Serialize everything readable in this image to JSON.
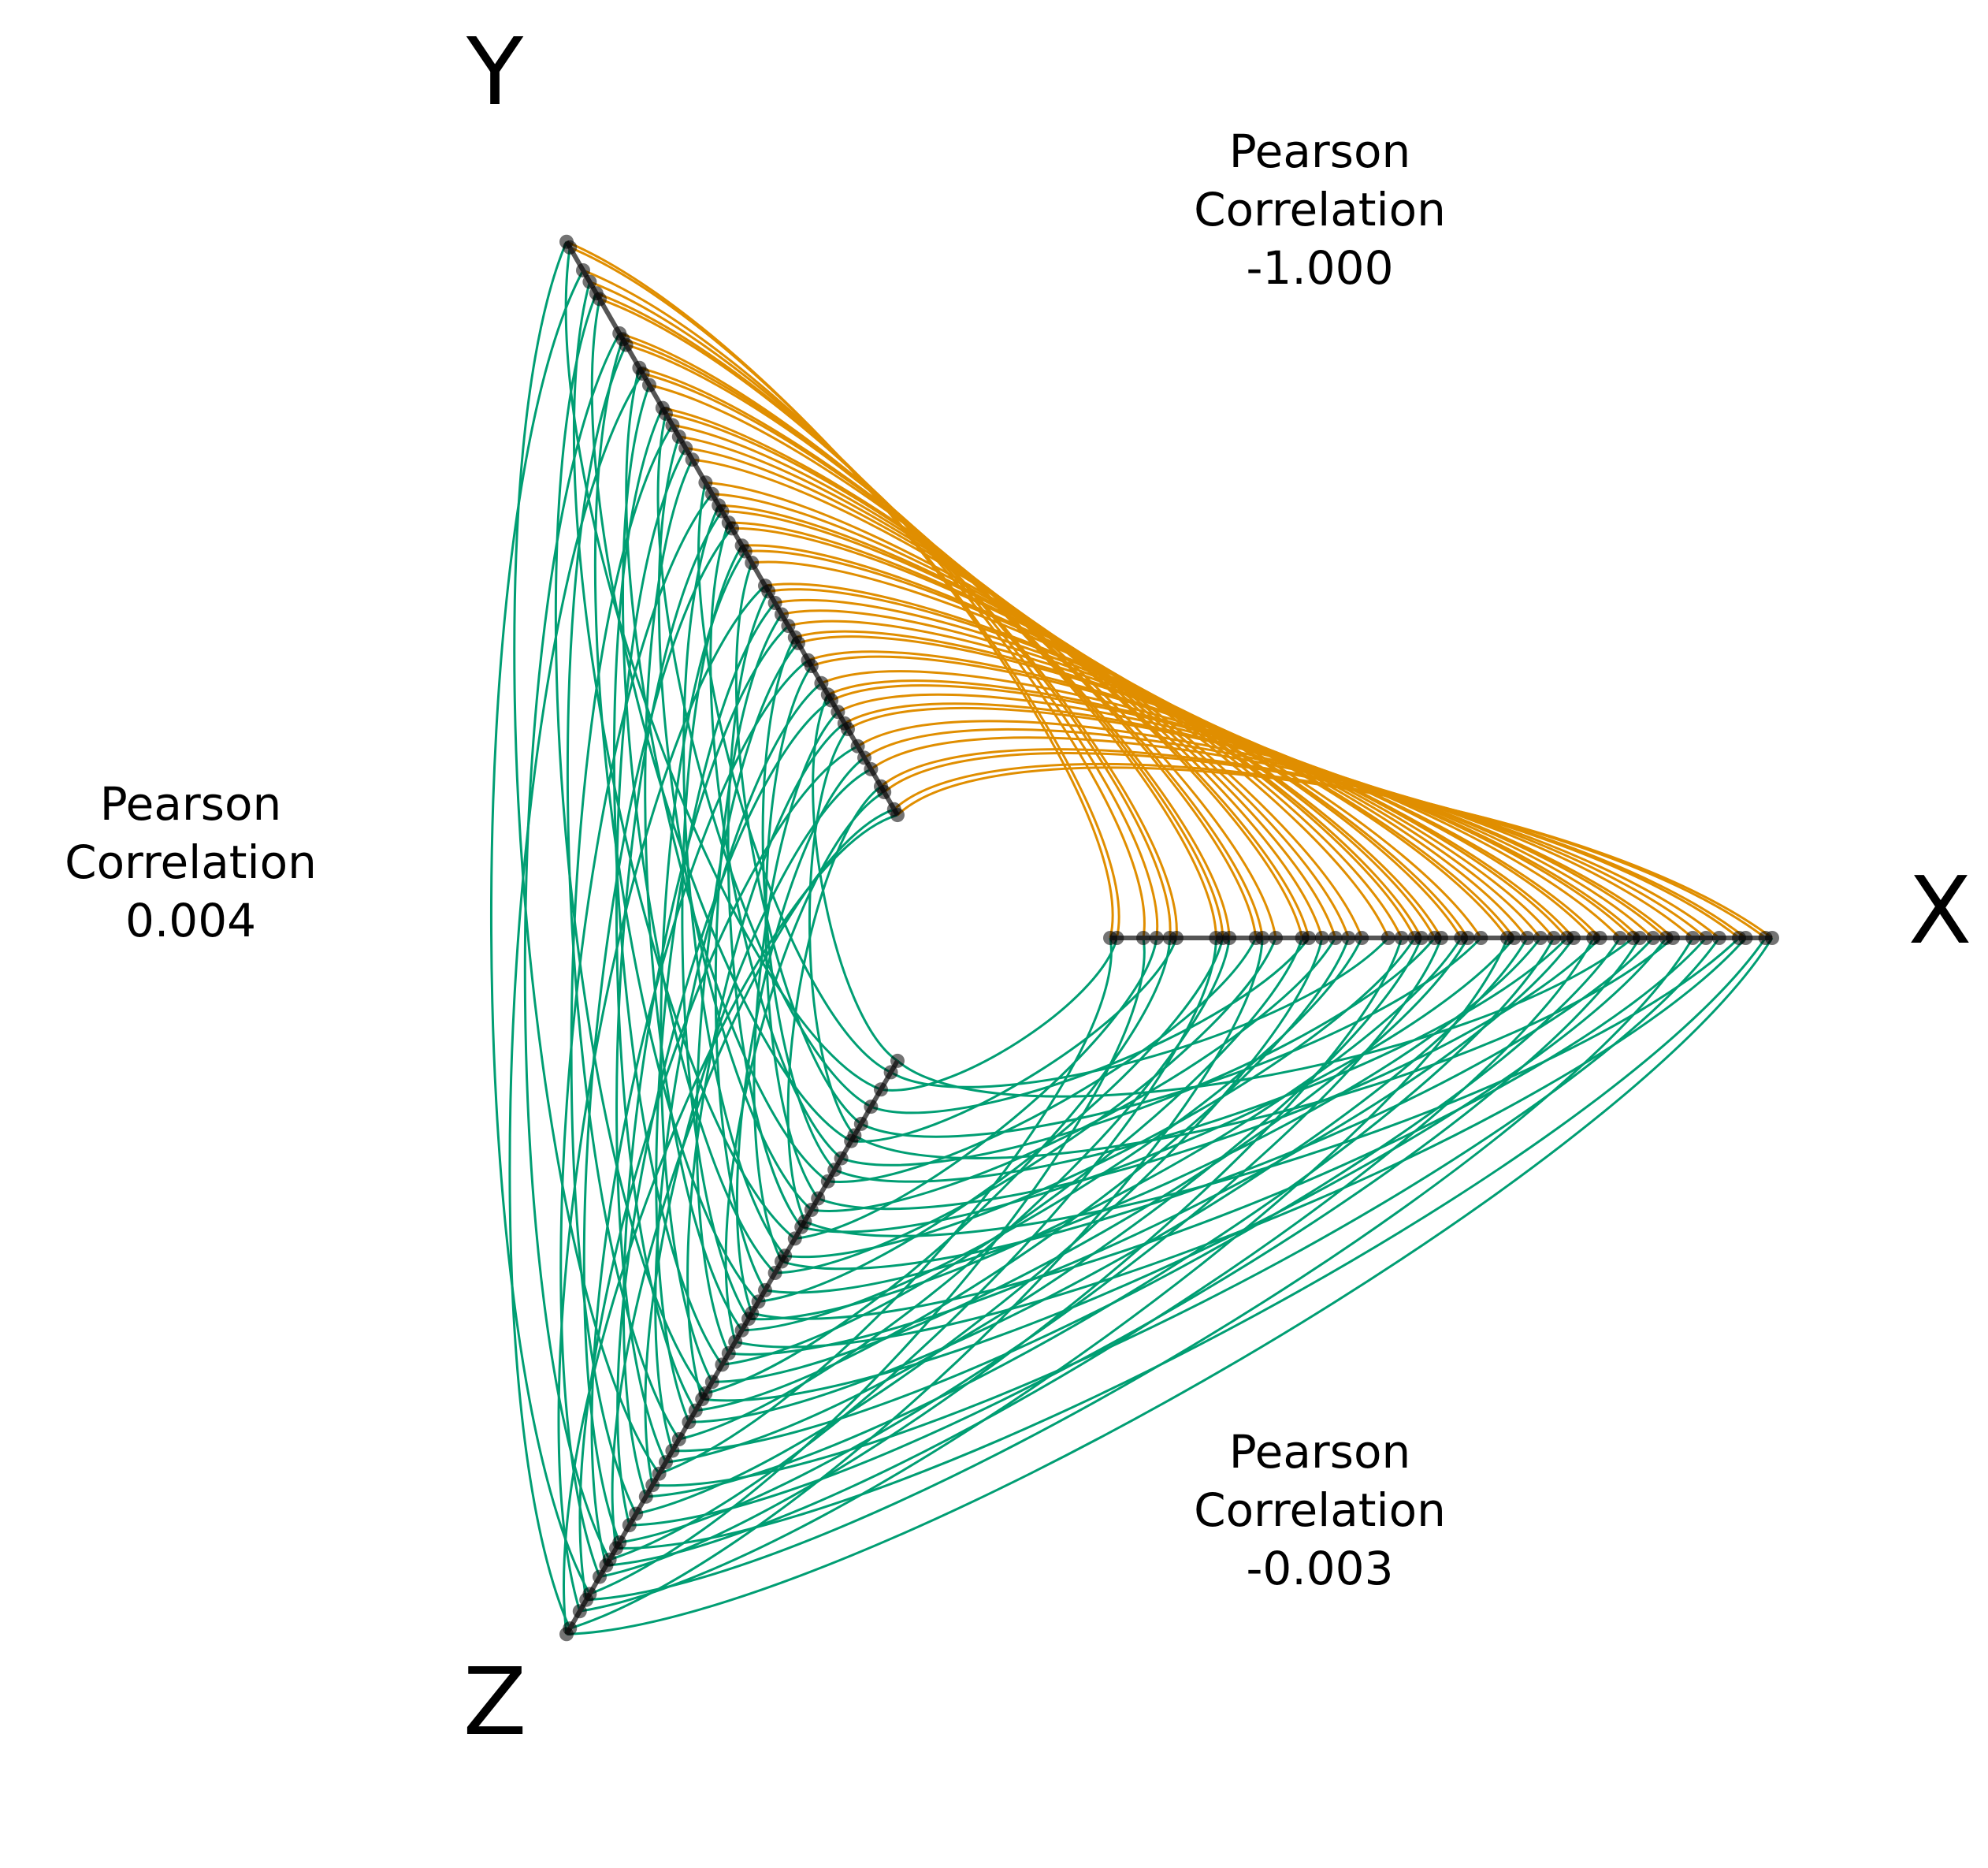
{
  "chart_data": {
    "type": "hive_plot",
    "axes": [
      {
        "name": "X",
        "angle_deg": 0
      },
      {
        "name": "Y",
        "angle_deg": 120
      },
      {
        "name": "Z",
        "angle_deg": 240
      }
    ],
    "axis_value_range": [
      0,
      1
    ],
    "edge_groups": [
      {
        "from": "X",
        "to": "Y",
        "color": "#E08E00",
        "correlation": "-1.000"
      },
      {
        "from": "Y",
        "to": "Z",
        "color": "#009E73",
        "correlation": "0.004"
      },
      {
        "from": "Z",
        "to": "X",
        "color": "#009E73",
        "correlation": "-0.003"
      }
    ],
    "annotation_prefix_line1": "Pearson",
    "annotation_prefix_line2": "Correlation",
    "node_color": "#000000",
    "axis_line_color": "#555555",
    "samples": {
      "x": [
        0.0,
        0.01,
        0.05,
        0.07,
        0.09,
        0.1,
        0.16,
        0.17,
        0.18,
        0.22,
        0.23,
        0.25,
        0.29,
        0.3,
        0.32,
        0.34,
        0.36,
        0.38,
        0.42,
        0.44,
        0.46,
        0.47,
        0.49,
        0.5,
        0.53,
        0.54,
        0.56,
        0.6,
        0.61,
        0.63,
        0.65,
        0.67,
        0.69,
        0.7,
        0.73,
        0.74,
        0.77,
        0.79,
        0.8,
        0.82,
        0.84,
        0.85,
        0.88,
        0.9,
        0.92,
        0.95,
        0.96,
        0.99,
        1.0
      ],
      "y": [
        1.0,
        0.99,
        0.95,
        0.93,
        0.91,
        0.9,
        0.84,
        0.83,
        0.82,
        0.78,
        0.77,
        0.75,
        0.71,
        0.7,
        0.68,
        0.66,
        0.64,
        0.62,
        0.58,
        0.56,
        0.54,
        0.53,
        0.51,
        0.5,
        0.47,
        0.46,
        0.44,
        0.4,
        0.39,
        0.37,
        0.35,
        0.33,
        0.31,
        0.3,
        0.27,
        0.26,
        0.23,
        0.21,
        0.2,
        0.18,
        0.16,
        0.15,
        0.12,
        0.1,
        0.08,
        0.05,
        0.04,
        0.01,
        0.0
      ],
      "z": [
        0.72,
        0.05,
        0.93,
        0.31,
        0.58,
        0.14,
        0.87,
        0.42,
        0.66,
        0.21,
        0.99,
        0.37,
        0.53,
        0.08,
        0.79,
        0.26,
        0.61,
        0.47,
        0.02,
        0.9,
        0.34,
        0.7,
        0.17,
        0.84,
        0.45,
        0.56,
        0.11,
        0.96,
        0.29,
        0.63,
        0.4,
        0.76,
        0.19,
        0.51,
        0.88,
        0.24,
        0.68,
        0.0,
        0.81,
        0.35,
        0.59,
        0.13,
        0.94,
        0.44,
        0.74,
        0.28,
        0.49,
        0.85,
        1.0
      ]
    }
  }
}
